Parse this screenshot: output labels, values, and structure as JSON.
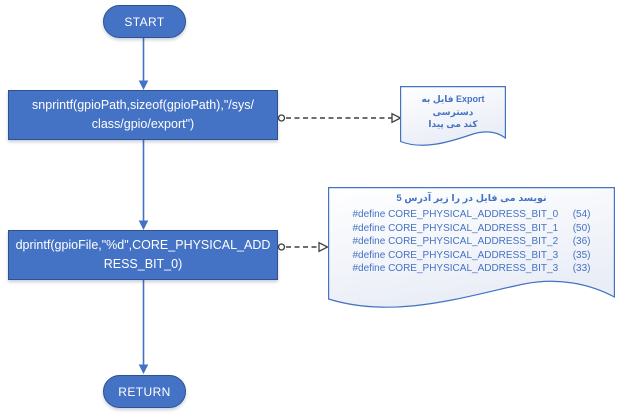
{
  "diagram": {
    "nodes": {
      "start": {
        "label": "START"
      },
      "process1": {
        "lines": [
          "snprintf(gpioPath,sizeof(gpioPath),\"/sys/",
          "class/gpio/export\")"
        ]
      },
      "process2": {
        "lines": [
          "dprintf(gpioFile,\"%d\",CORE_PHYSICAL_ADD",
          "RESS_BIT_0)"
        ]
      },
      "return": {
        "label": "RETURN"
      }
    },
    "documents": {
      "export_note": {
        "lines_words": [
          [
            "به",
            "فایل",
            "Export",
            "دسترسی"
          ],
          [
            "پیدا",
            "می",
            "کند"
          ]
        ]
      },
      "defines_note": {
        "header_words": [
          "5",
          "آدرس",
          "زیر",
          "را",
          "در",
          "فایل",
          "می",
          "نویسد"
        ],
        "defines": [
          {
            "directive": "#define CORE_PHYSICAL_ADDRESS_BIT_0",
            "value": "(54)"
          },
          {
            "directive": "#define CORE_PHYSICAL_ADDRESS_BIT_1",
            "value": "(50)"
          },
          {
            "directive": "#define CORE_PHYSICAL_ADDRESS_BIT_2",
            "value": "(36)"
          },
          {
            "directive": "#define CORE_PHYSICAL_ADDRESS_BIT_3",
            "value": "(35)"
          },
          {
            "directive": "#define CORE_PHYSICAL_ADDRESS_BIT_3",
            "value": "(33)"
          }
        ]
      }
    },
    "colors": {
      "node_fill": "#4472C4",
      "node_border": "#2F528F",
      "node_text": "#FFFFFF",
      "connector_blue": "#4472C4",
      "connector_dashed": "#3F3F3F",
      "doc_border": "#4472C4",
      "doc_text": "#4472C4",
      "doc_fill_top": "#FFFFFF",
      "doc_fill_bottom": "#E9EDF6"
    }
  }
}
